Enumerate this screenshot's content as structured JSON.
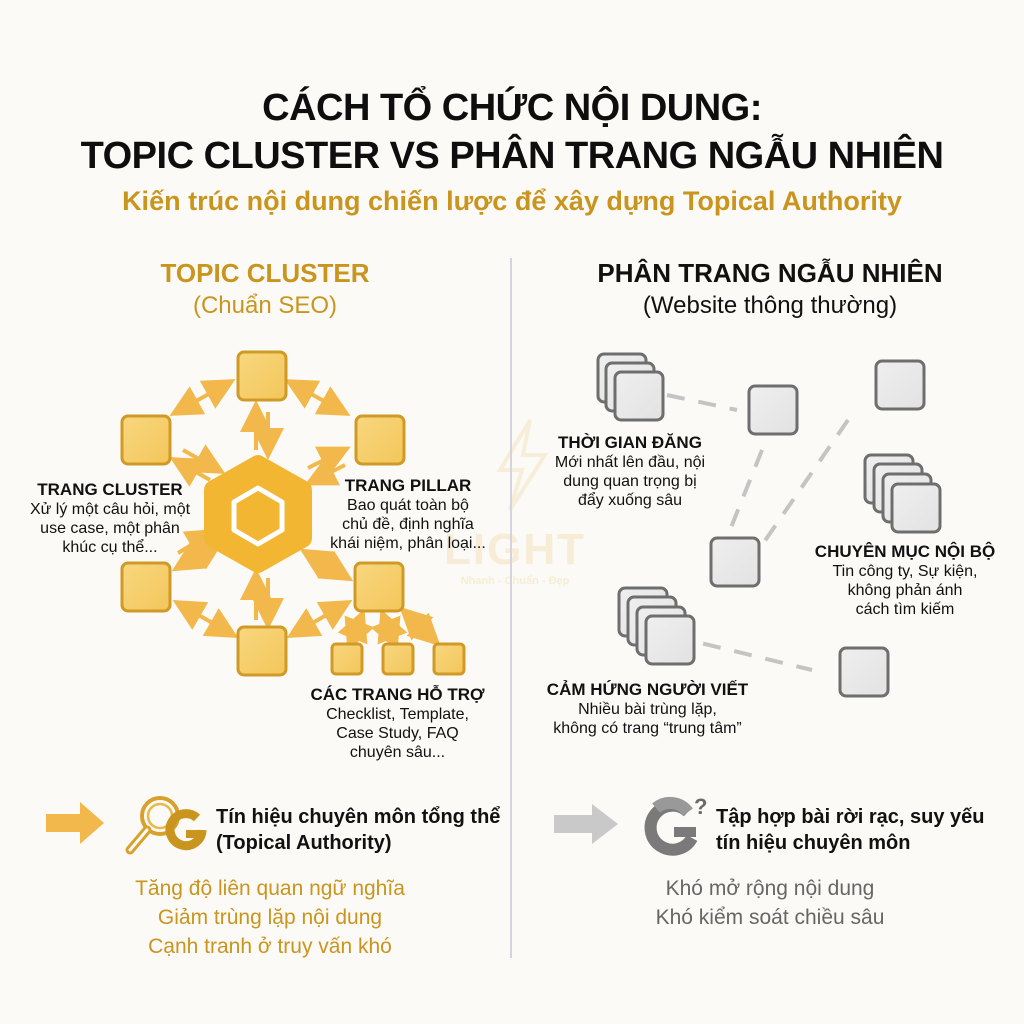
{
  "header": {
    "title_line1": "CÁCH TỔ CHỨC NỘI DUNG:",
    "title_line2": "TOPIC CLUSTER VS PHÂN TRANG NGẪU NHIÊN",
    "subtitle": "Kiến trúc nội dung chiến lược để xây dựng Topical Authority"
  },
  "colors": {
    "gold": "#c9951f",
    "gold_fill": "#f7cf6e",
    "gold_stroke": "#d19a26",
    "hexagon": "#f2b632",
    "arrow_gold": "#f2b84b",
    "grey_fill": "#e8e8e8",
    "grey_stroke": "#6e6e6e",
    "dash_grey": "#c4c4c4"
  },
  "left": {
    "heading": "TOPIC CLUSTER",
    "subheading": "(Chuẩn SEO)",
    "labels": {
      "cluster": {
        "title": "TRANG CLUSTER",
        "lines": [
          "Xử lý một câu hỏi, một",
          "use case, một phân",
          "khúc cụ thể..."
        ]
      },
      "pillar": {
        "title": "TRANG PILLAR",
        "lines": [
          "Bao quát toàn bộ",
          "chủ đề, định nghĩa",
          "khái niệm, phân loại..."
        ]
      },
      "support": {
        "title": "CÁC TRANG HỖ TRỢ",
        "lines": [
          "Checklist, Template,",
          "Case Study, FAQ",
          "chuyên sâu..."
        ]
      }
    },
    "signal": {
      "icon": "magnifier-google-icon",
      "line1": "Tín hiệu chuyên môn tổng thể",
      "line2": "(Topical Authority)"
    },
    "benefits": [
      "Tăng độ liên quan ngữ nghĩa",
      "Giảm trùng lặp nội dung",
      "Cạnh tranh ở truy vấn khó"
    ]
  },
  "right": {
    "heading": "PHÂN TRANG NGẪU NHIÊN",
    "subheading": "(Website thông thường)",
    "labels": {
      "time": {
        "title": "THỜI GIAN ĐĂNG",
        "lines": [
          "Mới nhất lên đầu, nội",
          "dung quan trọng bị",
          "đẩy xuống sâu"
        ]
      },
      "internal": {
        "title": "CHUYÊN MỤC NỘI BỘ",
        "lines": [
          "Tin công ty, Sự kiện,",
          "không phản ánh",
          "cách tìm kiếm"
        ]
      },
      "writer": {
        "title": "CẢM HỨNG NGƯỜI VIẾT",
        "lines": [
          "Nhiều bài trùng lặp,",
          "không có trang “trung tâm”"
        ]
      }
    },
    "signal": {
      "icon": "google-question-icon",
      "question_mark": "?",
      "line1": "Tập hợp bài rời rạc, suy yếu",
      "line2": "tín hiệu chuyên môn"
    },
    "drawbacks": [
      "Khó mở rộng nội dung",
      "Khó kiểm soát chiều sâu"
    ]
  },
  "watermark": {
    "brand": "LIGHT",
    "tagline": "Nhanh - Chuẩn - Đẹp"
  }
}
